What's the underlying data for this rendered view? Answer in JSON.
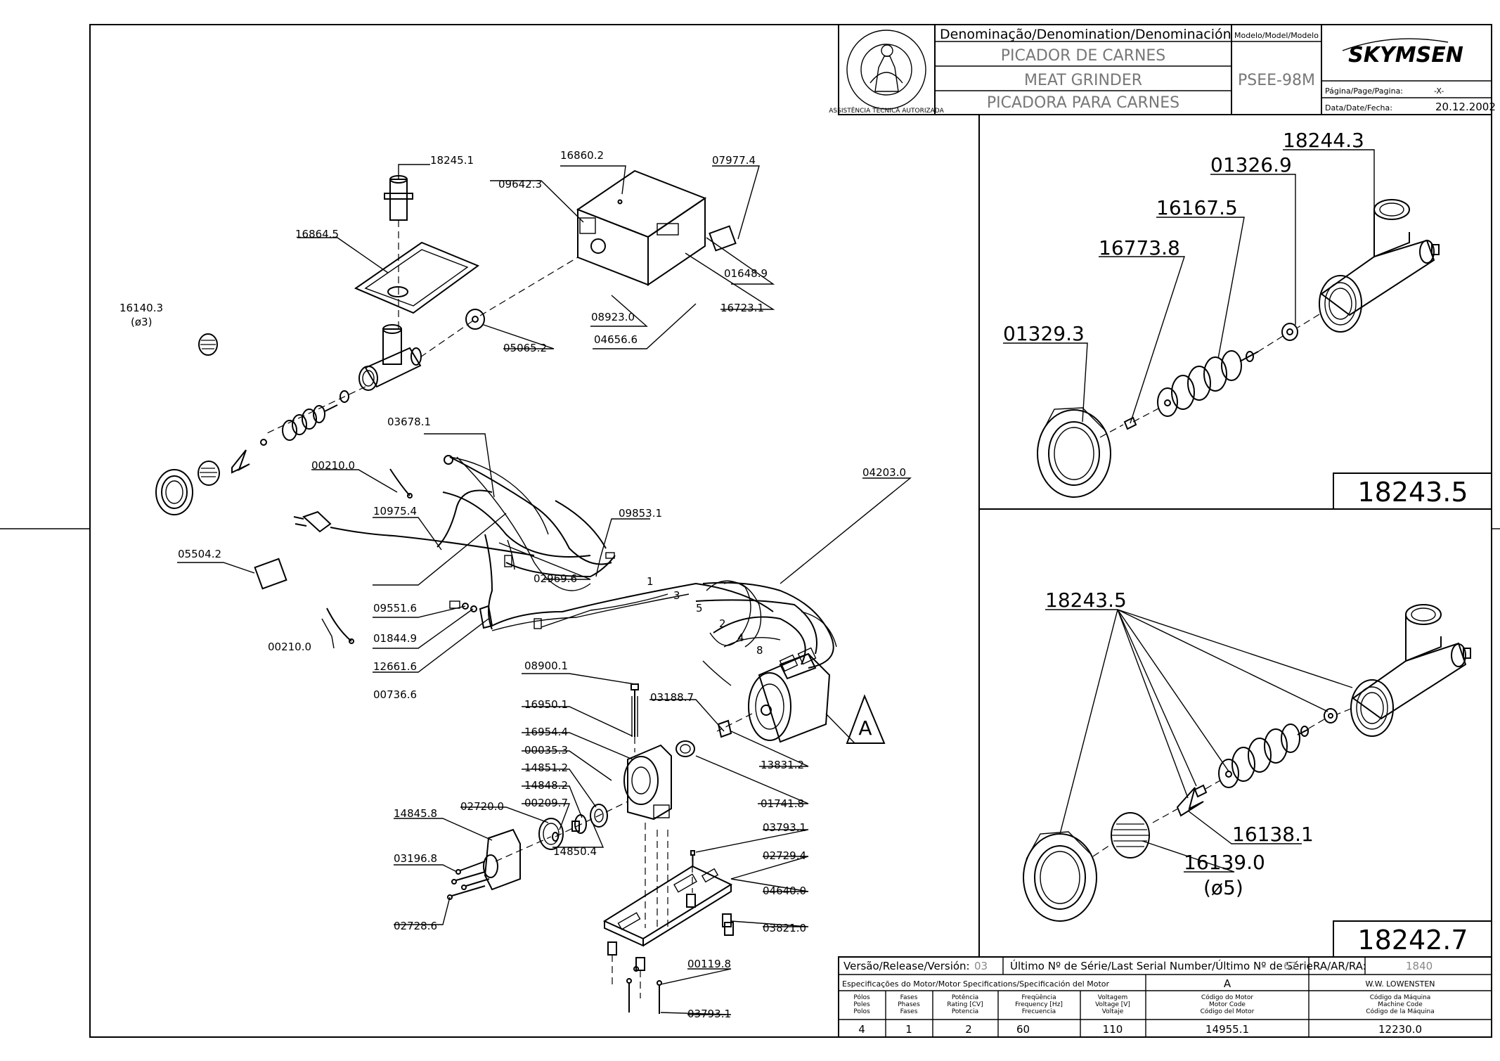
{
  "title_block": {
    "denomination_header": "Denominação/Denomination/Denominación",
    "name_pt": "PICADOR DE CARNES",
    "name_en": "MEAT GRINDER",
    "name_es": "PICADORA PARA CARNES",
    "model_header": "Modelo/Model/Modelo",
    "model_value": "PSEE-98M",
    "brand": "SKYMSEN",
    "page_label": "Página/Page/Pagina:",
    "page_value": "-X-",
    "date_label": "Data/Date/Fecha:",
    "date_value": "20.12.2002",
    "seal_text": "ASSISTÊNCIA TÉCNICA AUTORIZADA"
  },
  "parts_main": [
    "18245.1",
    "16864.5",
    "16860.2",
    "09642.3",
    "07977.4",
    "01648.9",
    "16723.1",
    "08923.0",
    "04656.6",
    "05065.2",
    "16140.3",
    "(ø3)",
    "03678.1",
    "00210.0",
    "10975.4",
    "09853.1",
    "04203.0",
    "05504.2",
    "02969.6",
    "09551.6",
    "01844.9",
    "00210.0",
    "12661.6",
    "00736.6",
    "08900.1",
    "03188.7",
    "16950.1",
    "16954.4",
    "00035.3",
    "14851.2",
    "14848.2",
    "00209.7",
    "02720.0",
    "14845.8",
    "13831.2",
    "01741.8",
    "14850.4",
    "03793.1",
    "02729.4",
    "03196.8",
    "04640.0",
    "02728.6",
    "03821.0",
    "00119.8",
    "03793.1"
  ],
  "wire_numbers": [
    "1",
    "3",
    "5",
    "2",
    "4",
    "8"
  ],
  "view_a_label": "A",
  "detail_top": {
    "parts": [
      "18244.3",
      "01326.9",
      "16167.5",
      "16773.8",
      "01329.3"
    ],
    "assembly": "18243.5"
  },
  "detail_bottom": {
    "parts": [
      "18243.5",
      "16138.1",
      "16139.0",
      "(ø5)"
    ],
    "assembly": "18242.7"
  },
  "release_row": {
    "version_label": "Versão/Release/Versión:",
    "version_value": "03",
    "serial_label": "Último Nº de Série/Last Serial Number/Último Nº de Série:",
    "serial_value": "67",
    "ra_label": "RA/AR/RA:",
    "ra_value": "1840"
  },
  "motor_specs": {
    "header": "Especificações do Motor/Motor Specifications/Specificación del Motor",
    "motor_letter": "A",
    "designer": "W.W. LOWENSTEN",
    "columns": [
      {
        "l1": "Pólos",
        "l2": "Poles",
        "l3": "Polos",
        "value": "4"
      },
      {
        "l1": "Fases",
        "l2": "Phases",
        "l3": "Fases",
        "value": "1"
      },
      {
        "l1": "Potência",
        "l2": "Rating [CV]",
        "l3": "Potencia",
        "value": "2"
      },
      {
        "l1": "Freqüência",
        "l2": "Frequency [Hz]",
        "l3": "Frecuencia",
        "value": "60"
      },
      {
        "l1": "Voltagem",
        "l2": "Voltage [V]",
        "l3": "Voltaje",
        "value": "110"
      },
      {
        "l1": "Código do Motor",
        "l2": "Motor Code",
        "l3": "Código del Motor",
        "value": "14955.1"
      },
      {
        "l1": "Código da Máquina",
        "l2": "Machine Code",
        "l3": "Código de la Máquina",
        "value": "12230.0"
      }
    ]
  }
}
